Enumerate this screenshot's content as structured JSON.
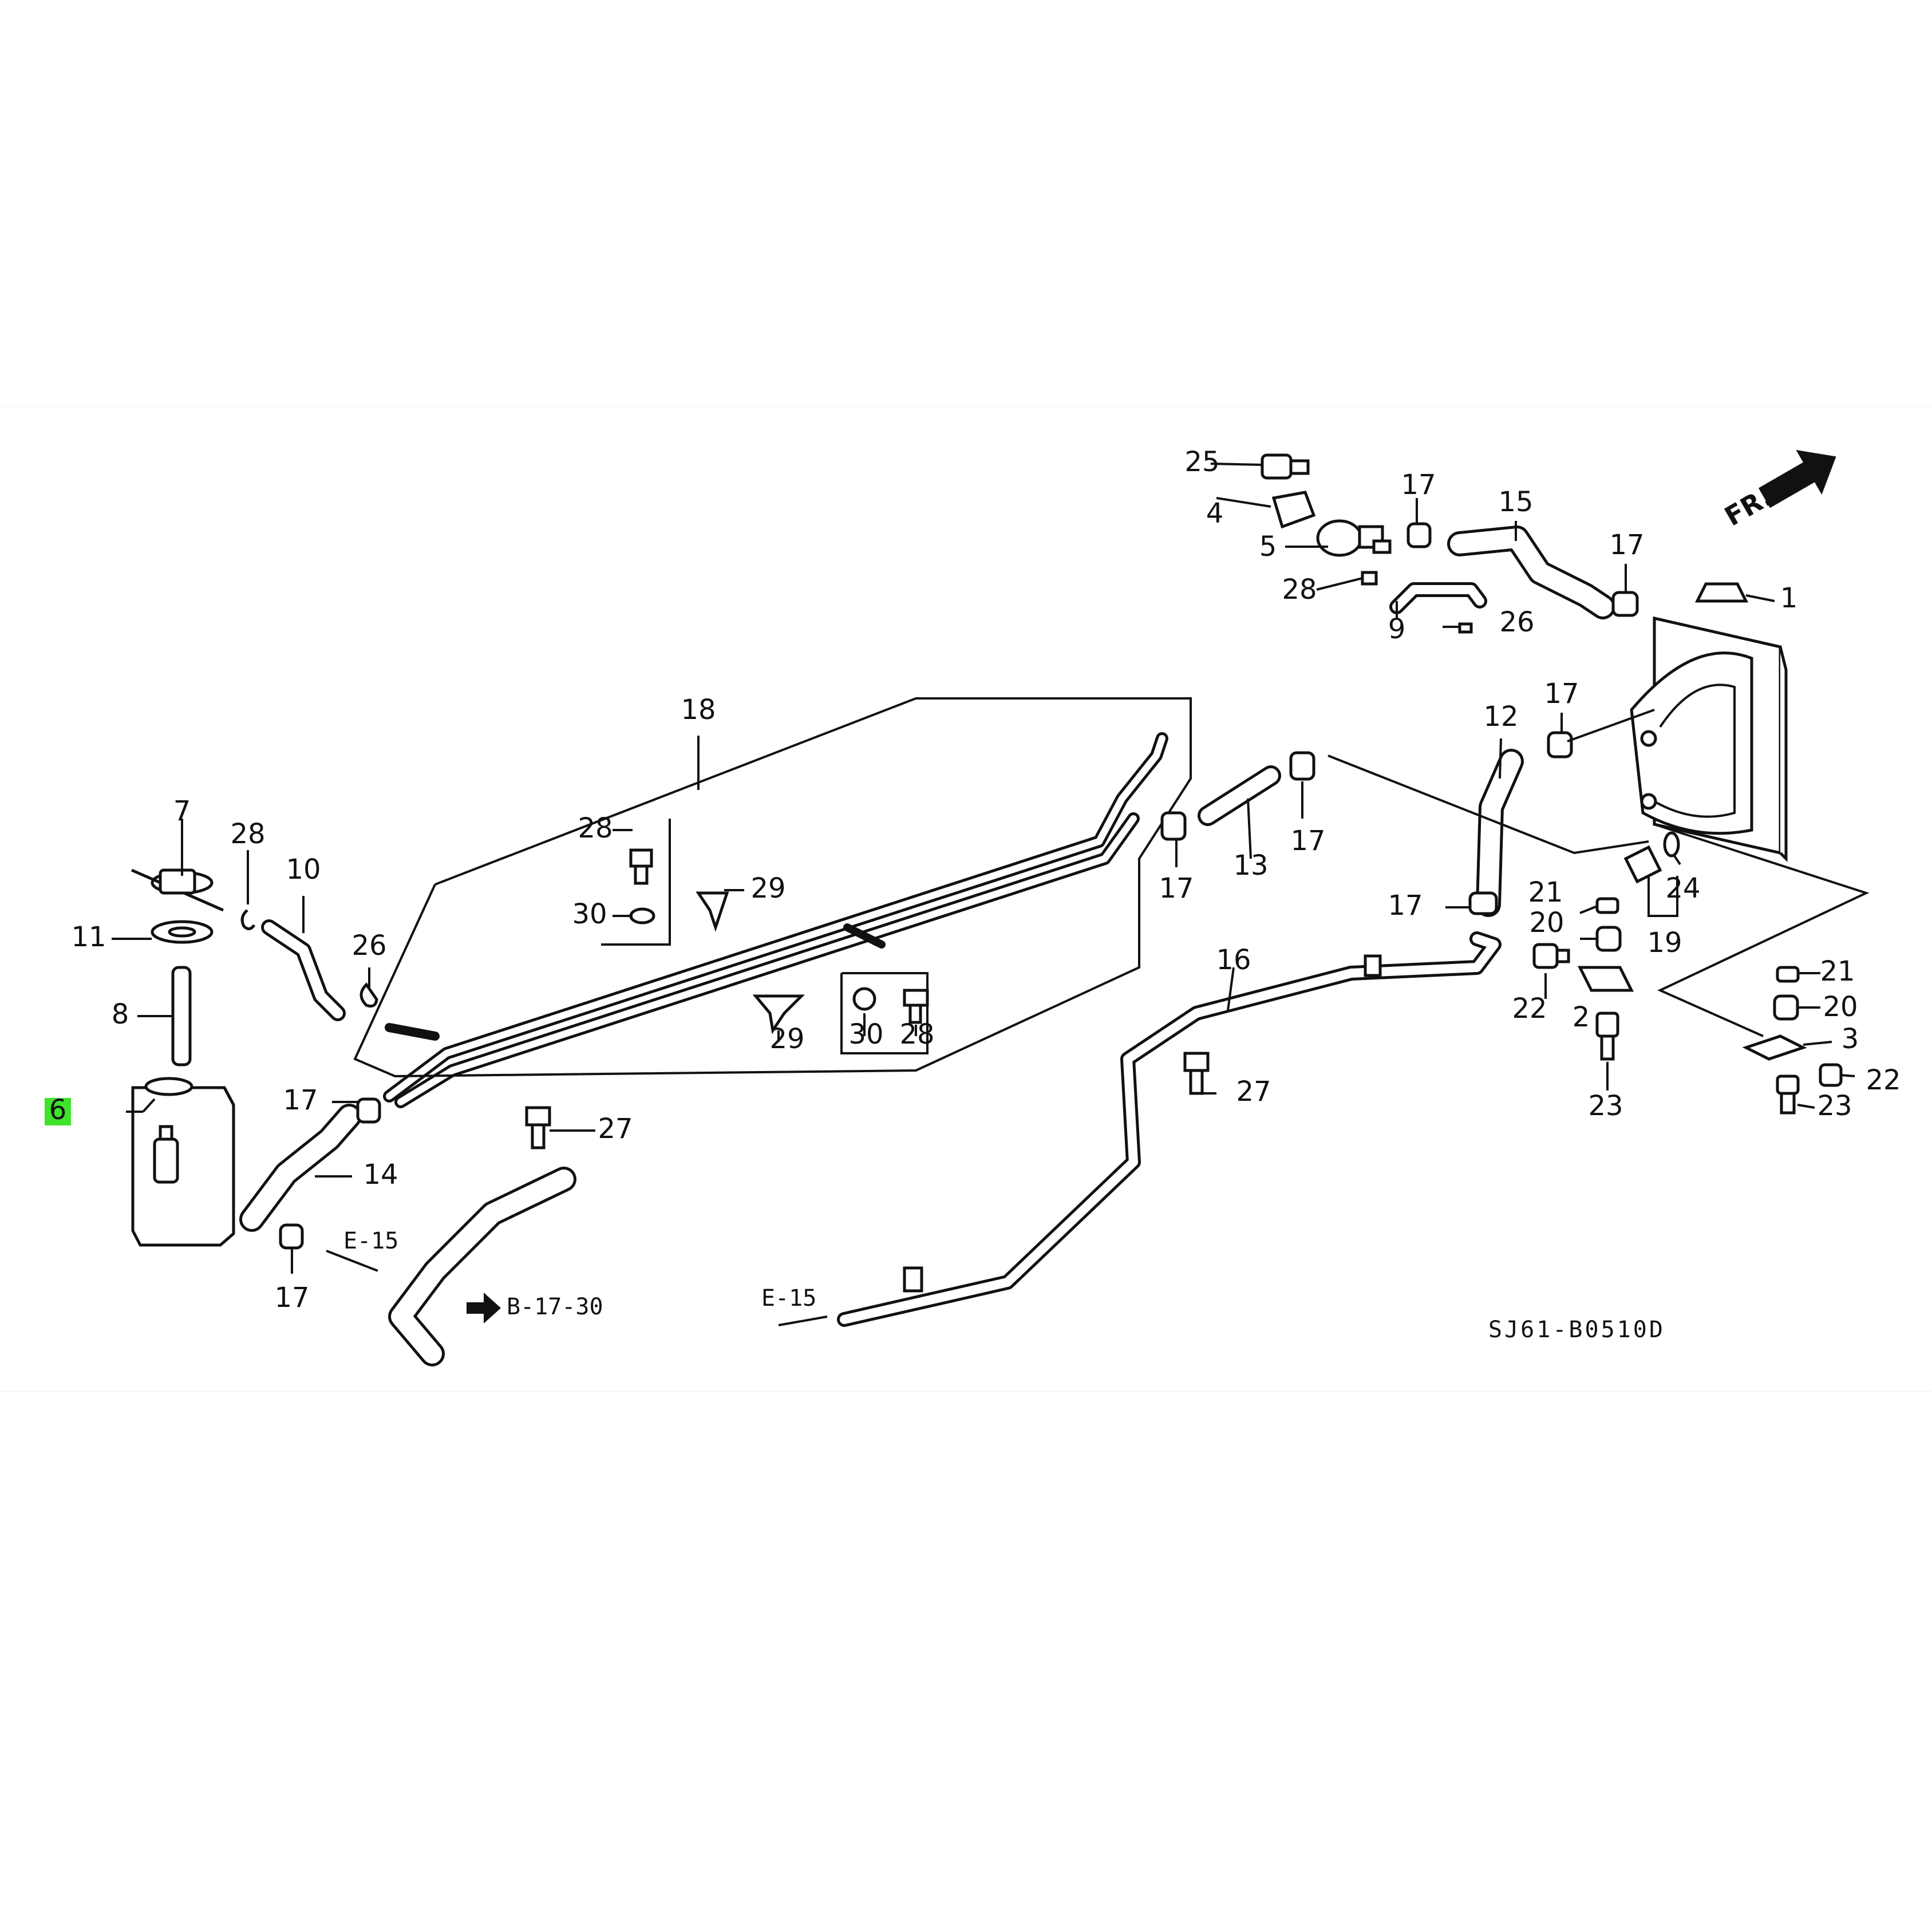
{
  "diagram": {
    "diagram_code": "SJ61-B0510D",
    "orientation_label": "FR.",
    "highlight_color": "#3ee32a",
    "callouts": {
      "c1": "1",
      "c2": "2",
      "c3": "3",
      "c4": "4",
      "c5": "5",
      "c6": "6",
      "c7": "7",
      "c8": "8",
      "c9": "9",
      "c10": "10",
      "c11": "11",
      "c12": "12",
      "c13": "13",
      "c14": "14",
      "c15": "15",
      "c16": "16",
      "c17": "17",
      "c18": "18",
      "c19": "19",
      "c20": "20",
      "c21": "21",
      "c22": "22",
      "c23": "23",
      "c24": "24",
      "c25": "25",
      "c26": "26",
      "c27": "27",
      "c28": "28",
      "c29": "29",
      "c30": "30"
    },
    "refs": {
      "e15": "E-15",
      "b1730": "B-17-30"
    }
  }
}
